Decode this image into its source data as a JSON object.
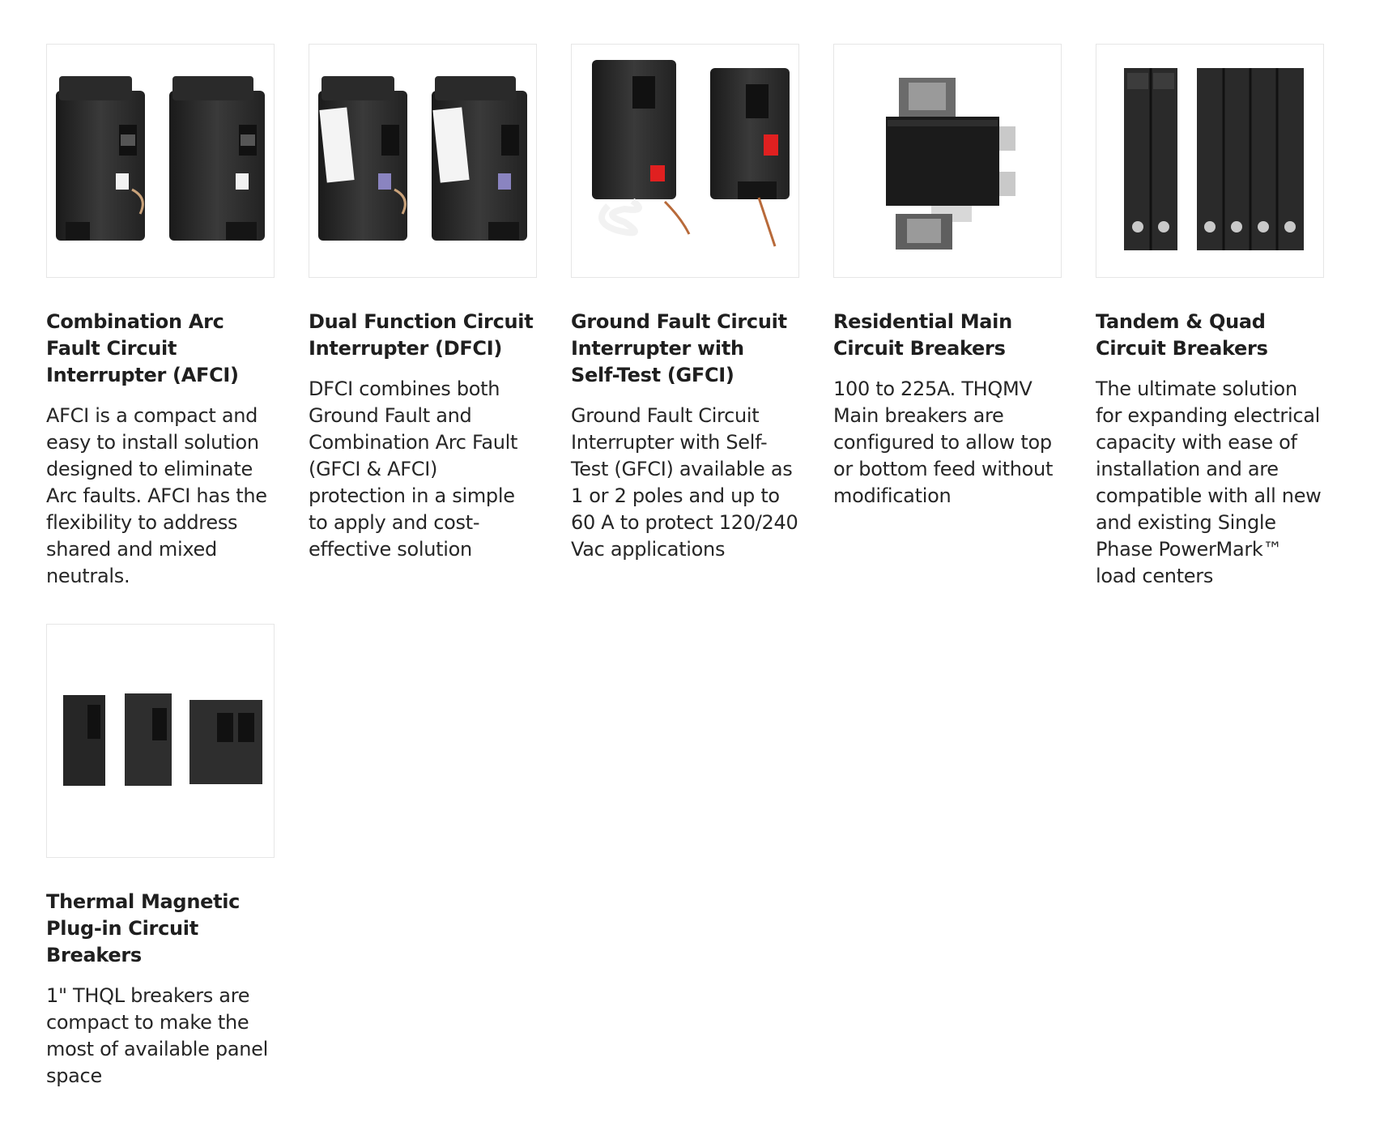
{
  "products": [
    {
      "title": "Combination Arc Fault Circuit Interrupter (AFCI)",
      "description": "AFCI is a compact and easy to install solution designed to eliminate Arc faults. AFCI has the flexibility to address shared and mixed neutrals.",
      "image_icon": "afci-breaker-pair-icon"
    },
    {
      "title": "Dual Function Circuit Interrupter (DFCI)",
      "description": "DFCI combines both Ground Fault and Combination Arc Fault (GFCI & AFCI) protection in a simple to apply and cost-effective solution",
      "image_icon": "dfci-breaker-pair-icon"
    },
    {
      "title": "Ground Fault Circuit Interrupter with Self-Test (GFCI)",
      "description": "Ground Fault Circuit Interrupter with Self-Test (GFCI) available as 1 or 2 poles and up to 60 A to protect 120/240 Vac applications",
      "image_icon": "gfci-breaker-pair-icon"
    },
    {
      "title": "Residential Main Circuit Breakers",
      "description": "100 to 225A. THQMV Main breakers are configured to allow top or bottom feed without modification",
      "image_icon": "main-breaker-icon"
    },
    {
      "title": "Tandem & Quad Circuit Breakers",
      "description": "The ultimate solution for expanding electrical capacity with ease of installation and are compatible with all new and existing Single Phase PowerMark™ load centers",
      "image_icon": "tandem-quad-breaker-icon"
    },
    {
      "title": "Thermal Magnetic Plug-in Circuit Breakers",
      "description": "1\" THQL breakers are compact to make the most of available panel space",
      "image_icon": "plug-in-breaker-set-icon"
    }
  ]
}
